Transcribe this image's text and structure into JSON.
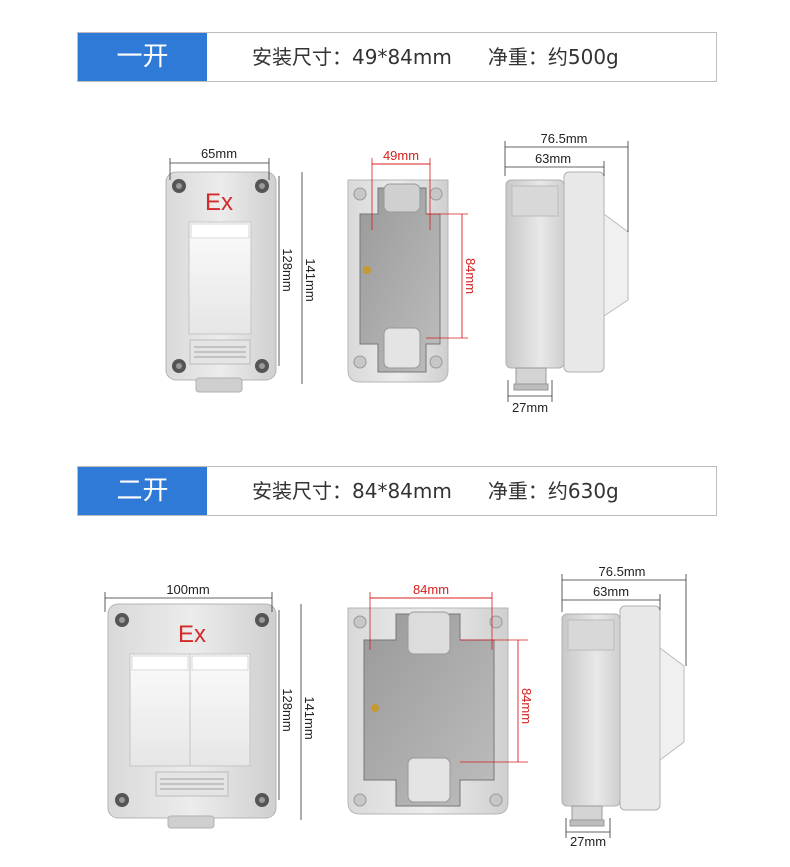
{
  "sections": [
    {
      "tag": "一开",
      "size_label": "安装尺寸：",
      "size_value": "49*84mm",
      "weight_label": "净重：",
      "weight_value": "约500g",
      "front": {
        "logo": "Ex",
        "width": "65mm",
        "height_inner": "128mm",
        "height_outer": "141mm"
      },
      "back": {
        "hole_width": "49mm",
        "hole_height": "84mm"
      },
      "side": {
        "depth_total": "76.5mm",
        "depth_body": "63mm",
        "gland": "27mm"
      }
    },
    {
      "tag": "二开",
      "size_label": "安装尺寸：",
      "size_value": "84*84mm",
      "weight_label": "净重：",
      "weight_value": "约630g",
      "front": {
        "logo": "Ex",
        "width": "100mm",
        "height_inner": "128mm",
        "height_outer": "141mm"
      },
      "back": {
        "hole_width": "84mm",
        "hole_height": "84mm"
      },
      "side": {
        "depth_total": "76.5mm",
        "depth_body": "63mm",
        "gland": "27mm"
      }
    }
  ],
  "colors": {
    "tag_bg": "#2f7ad6",
    "dim_red": "#d61e1e",
    "ex_red": "#d42a2a"
  }
}
